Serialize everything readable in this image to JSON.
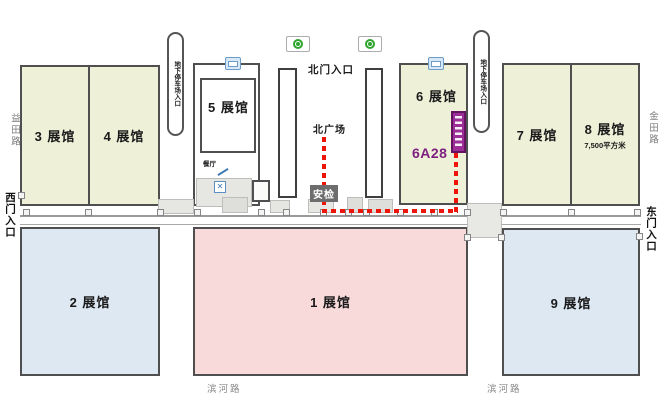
{
  "halls": [
    {
      "label": "3 展馆"
    },
    {
      "label": "4 展馆"
    },
    {
      "label": "5 展馆"
    },
    {
      "label": "6 展馆"
    },
    {
      "label": "7 展馆"
    },
    {
      "label": "8 展馆",
      "area": "7,500平方米"
    },
    {
      "label": "2 展馆"
    },
    {
      "label": "1 展馆"
    },
    {
      "label": "9 展馆"
    }
  ],
  "roads": {
    "west": "益田路",
    "east": "金田路",
    "south_left": "滨河路",
    "south_right": "滨河路"
  },
  "entrances": {
    "north": "北门入口",
    "west": "西门入口",
    "east": "东门入口",
    "parking_left": "地下停车场入口",
    "parking_right": "地下停车场入口"
  },
  "poi": {
    "north_plaza": "北广场",
    "security_check": "安检",
    "booth": "6A28",
    "restaurant": "餐厅"
  },
  "colors": {
    "hall_green": "#eef0d8",
    "hall_blue": "#dde8f3",
    "hall_pink": "#f9dadb",
    "route_red": "#ee1409",
    "booth_purple": "#7d2180",
    "banner_purple": "#9b2f97",
    "metro_green": "#2ea52c",
    "security_badge_bg": "#6d6d6d"
  }
}
